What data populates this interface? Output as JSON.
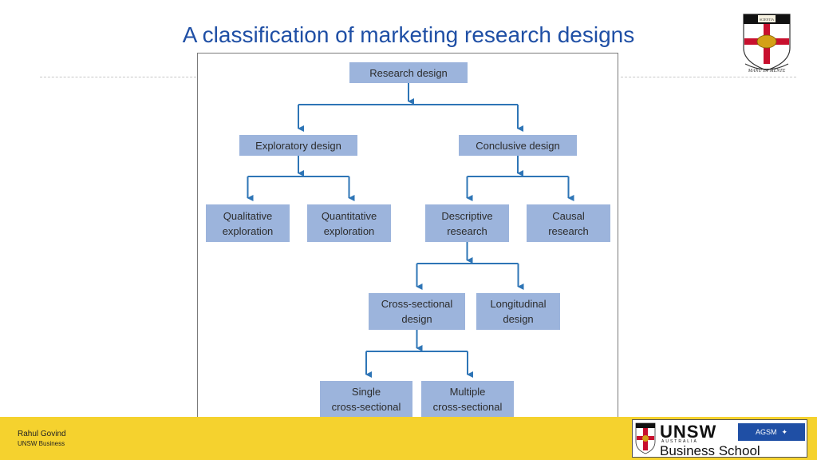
{
  "slide": {
    "title": "A classification of marketing research designs"
  },
  "footer": {
    "name": "Rahul Govind",
    "org": "UNSW Business"
  },
  "logo": {
    "wordmark": "UNSW",
    "sub": "AUSTRALIA",
    "agsm": "AGSM",
    "school": "Business School"
  },
  "crest": {
    "motto": "MANU ET MENTE",
    "book_text": "SCIENTIA"
  },
  "colors": {
    "title": "#1f4fa5",
    "node_fill": "#9cb4dc",
    "connector": "#2e75b6",
    "footer_band": "#f5d22e"
  },
  "diagram": {
    "nodes": {
      "root": "Research design",
      "exploratory": "Exploratory design",
      "conclusive": "Conclusive design",
      "qualitative": "Qualitative\nexploration",
      "quantitative": "Quantitative\nexploration",
      "descriptive": "Descriptive\nresearch",
      "causal": "Causal\nresearch",
      "cross_sectional": "Cross-sectional\ndesign",
      "longitudinal": "Longitudinal\ndesign",
      "single": "Single\ncross-sectional",
      "multiple": "Multiple\ncross-sectional"
    },
    "edges": [
      [
        "root",
        "exploratory"
      ],
      [
        "root",
        "conclusive"
      ],
      [
        "exploratory",
        "qualitative"
      ],
      [
        "exploratory",
        "quantitative"
      ],
      [
        "conclusive",
        "descriptive"
      ],
      [
        "conclusive",
        "causal"
      ],
      [
        "descriptive",
        "cross_sectional"
      ],
      [
        "descriptive",
        "longitudinal"
      ],
      [
        "cross_sectional",
        "single"
      ],
      [
        "cross_sectional",
        "multiple"
      ]
    ]
  }
}
